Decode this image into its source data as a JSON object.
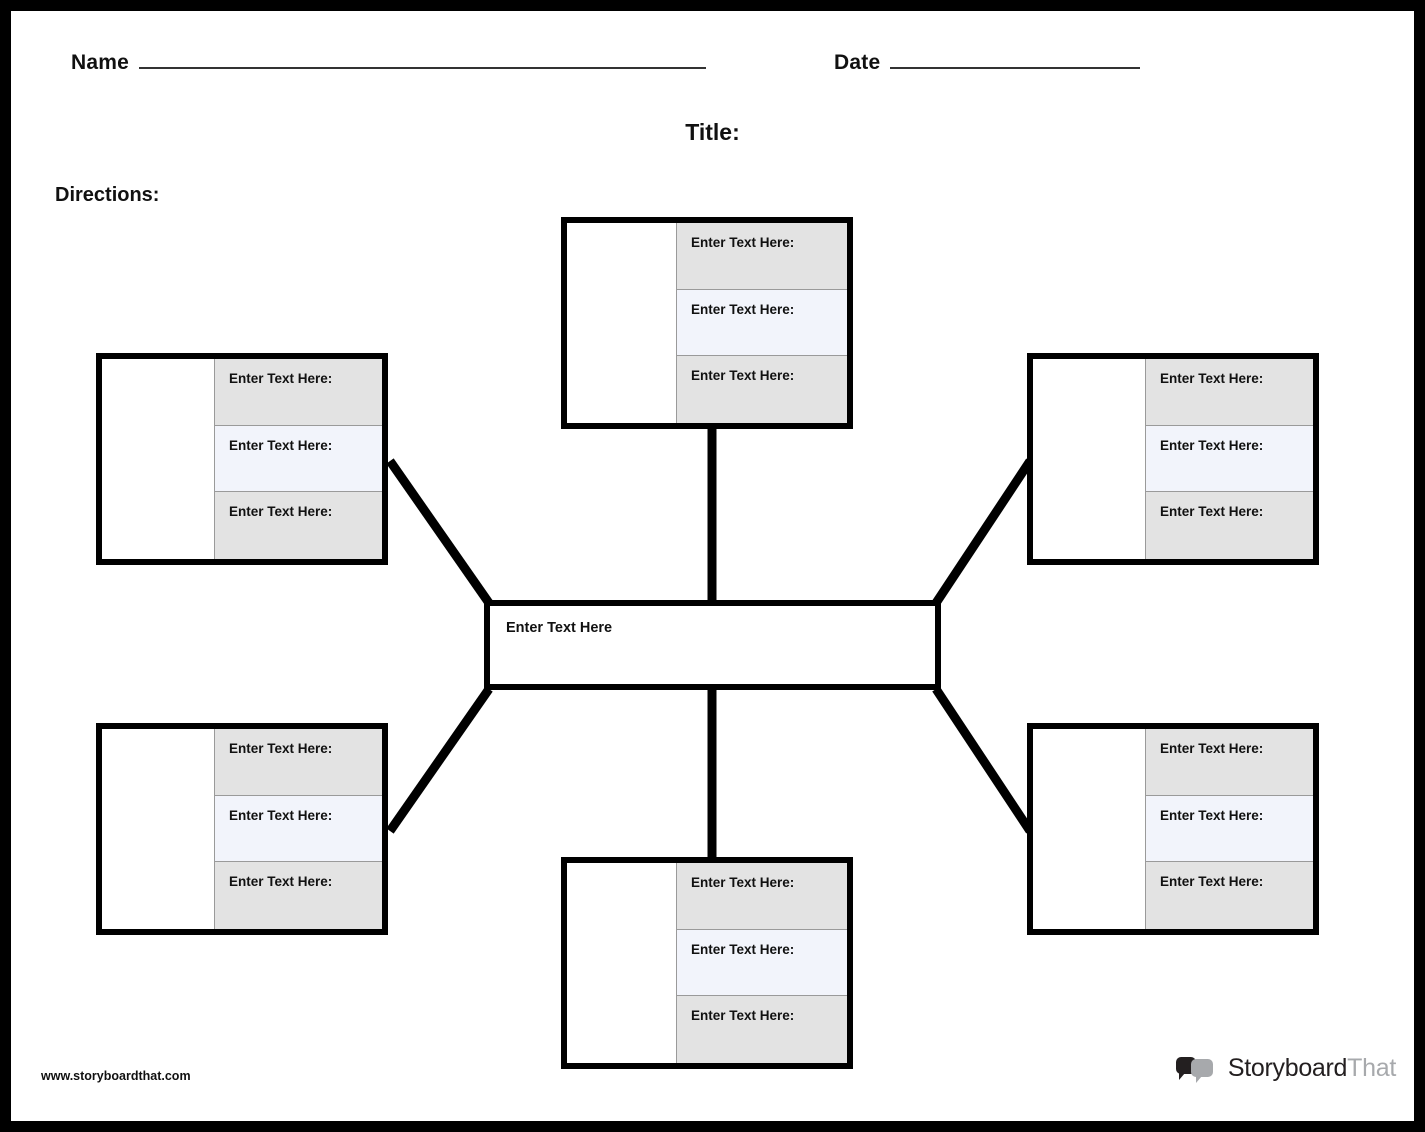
{
  "document": {
    "type": "spider-map-worksheet",
    "page_border_color": "#000000",
    "sheet_background": "#ffffff"
  },
  "header": {
    "name_label": "Name",
    "date_label": "Date",
    "title_label": "Title:",
    "directions_label": "Directions:"
  },
  "center": {
    "text": "Enter Text Here"
  },
  "colors": {
    "cell_gray": "#e3e3e3",
    "cell_blue": "#f2f4fb",
    "cell_white": "#ffffff",
    "outline": "#000000",
    "inner_rule": "#9a9a9a"
  },
  "nodes": [
    {
      "id": "top-center",
      "position": "top-center",
      "draw_cell": "",
      "cells": [
        {
          "text": "Enter Text Here:",
          "shade": "gray"
        },
        {
          "text": "Enter Text Here:",
          "shade": "blue"
        },
        {
          "text": "Enter Text Here:",
          "shade": "gray"
        }
      ]
    },
    {
      "id": "left-top",
      "position": "left-top",
      "draw_cell": "",
      "cells": [
        {
          "text": "Enter Text Here:",
          "shade": "gray"
        },
        {
          "text": "Enter Text Here:",
          "shade": "blue"
        },
        {
          "text": "Enter Text Here:",
          "shade": "gray"
        }
      ]
    },
    {
      "id": "right-top",
      "position": "right-top",
      "draw_cell": "",
      "cells": [
        {
          "text": "Enter Text Here:",
          "shade": "gray"
        },
        {
          "text": "Enter Text Here:",
          "shade": "blue"
        },
        {
          "text": "Enter Text Here:",
          "shade": "gray"
        }
      ]
    },
    {
      "id": "left-bottom",
      "position": "left-bottom",
      "draw_cell": "",
      "cells": [
        {
          "text": "Enter Text Here:",
          "shade": "gray"
        },
        {
          "text": "Enter Text Here:",
          "shade": "blue"
        },
        {
          "text": "Enter Text Here:",
          "shade": "gray"
        }
      ]
    },
    {
      "id": "right-bottom",
      "position": "right-bottom",
      "draw_cell": "",
      "cells": [
        {
          "text": "Enter Text Here:",
          "shade": "gray"
        },
        {
          "text": "Enter Text Here:",
          "shade": "blue"
        },
        {
          "text": "Enter Text Here:",
          "shade": "gray"
        }
      ]
    },
    {
      "id": "bottom-center",
      "position": "bottom-center",
      "draw_cell": "",
      "cells": [
        {
          "text": "Enter Text Here:",
          "shade": "gray"
        },
        {
          "text": "Enter Text Here:",
          "shade": "blue"
        },
        {
          "text": "Enter Text Here:",
          "shade": "gray"
        }
      ]
    }
  ],
  "footer": {
    "url": "www.storyboardthat.com",
    "brand_primary": "Storyboard",
    "brand_secondary": "That"
  }
}
